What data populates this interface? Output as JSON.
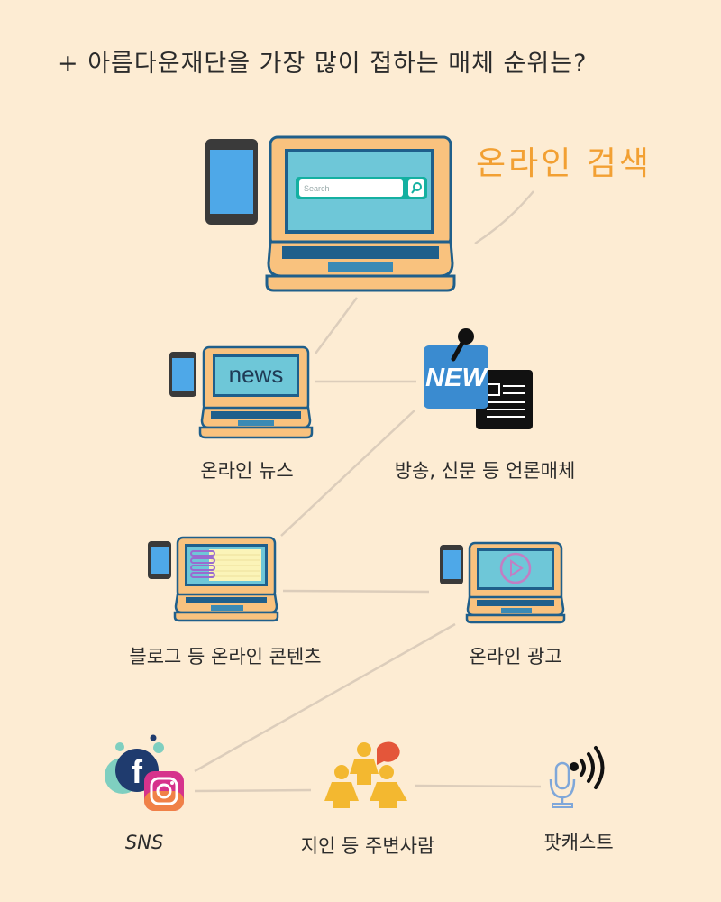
{
  "title": "+ 아름다운재단을 가장 많이 접하는 매체 순위는?",
  "colors": {
    "background": "#fdecd3",
    "laptop_body": "#f9c27e",
    "laptop_outline": "#1f5f8b",
    "screen": "#6ec7d8",
    "phone": "#3a3a3a",
    "phone_screen": "#4ea8e8",
    "connector": "#dccdbb",
    "accent": "#f2a033",
    "search_bar": "#14b0a1"
  },
  "media": [
    {
      "rank": 1,
      "label": "온라인 검색",
      "icon": "laptop-search-icon"
    },
    {
      "rank": 2,
      "label": "온라인 뉴스",
      "icon": "laptop-news-icon"
    },
    {
      "rank": 3,
      "label": "방송, 신문 등 언론매체",
      "icon": "newspaper-microphone-icon"
    },
    {
      "rank": 4,
      "label": "블로그 등 온라인 콘텐츠",
      "icon": "laptop-blog-icon"
    },
    {
      "rank": 5,
      "label": "온라인 광고",
      "icon": "laptop-video-ad-icon"
    },
    {
      "rank": 6,
      "label": "SNS",
      "icon": "facebook-instagram-icon"
    },
    {
      "rank": 7,
      "label": "지인 등 주변사람",
      "icon": "people-group-icon"
    },
    {
      "rank": 8,
      "label": "팟캐스트",
      "icon": "podcast-microphone-icon"
    }
  ],
  "search_placeholder": "Search",
  "news_screen_text": "news",
  "new_badge_text": "NEW"
}
